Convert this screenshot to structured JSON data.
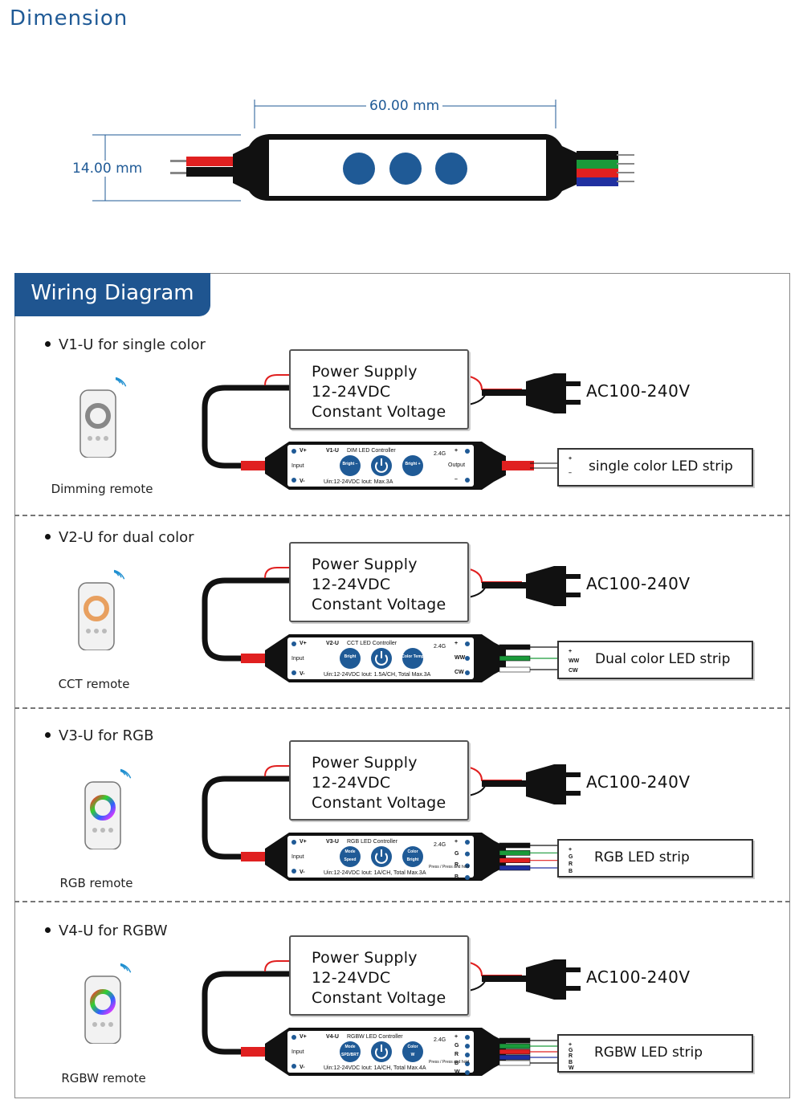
{
  "dimension": {
    "title": "Dimension",
    "length": "60.00 mm",
    "height": "14.00 mm"
  },
  "wiring": {
    "title": "Wiring Diagram",
    "sections": [
      {
        "label": "V1-U for single color",
        "remote": "Dimming remote",
        "psu": [
          "Power Supply",
          "12-24VDC",
          "Constant Voltage"
        ],
        "ac": "AC100-240V",
        "strip": "single color LED strip",
        "strip_pins": [
          "+",
          "–"
        ],
        "controller": {
          "model": "V1-U",
          "name": "DIM LED Controller",
          "specs": "Uin:12-24VDC   Iout: Max.3A",
          "left_pins": [
            "V+",
            "Input",
            "V-"
          ],
          "right_pins": [
            "+",
            "Output",
            "–"
          ],
          "freq": "2.4G",
          "buttons": [
            "Bright –",
            "power",
            "Bright +"
          ]
        }
      },
      {
        "label": "V2-U for dual color",
        "remote": "CCT remote",
        "psu": [
          "Power Supply",
          "12-24VDC",
          "Constant Voltage"
        ],
        "ac": "AC100-240V",
        "strip": "Dual color LED strip",
        "strip_pins": [
          "+",
          "WW",
          "CW"
        ],
        "controller": {
          "model": "V2-U",
          "name": "CCT LED Controller",
          "specs": "Uin:12-24VDC   Iout: 1.5A/CH, Total Max.3A",
          "left_pins": [
            "V+",
            "Input",
            "V-"
          ],
          "right_pins": [
            "+",
            "WW",
            "CW"
          ],
          "freq": "2.4G",
          "buttons": [
            "Bright",
            "power",
            "Color Temp"
          ]
        }
      },
      {
        "label": "V3-U for RGB",
        "remote": "RGB remote",
        "psu": [
          "Power Supply",
          "12-24VDC",
          "Constant Voltage"
        ],
        "ac": "AC100-240V",
        "strip": "RGB LED strip",
        "strip_pins": [
          "+",
          "G",
          "R",
          "B"
        ],
        "controller": {
          "model": "V3-U",
          "name": "RGB LED Controller",
          "specs": "Uin:12-24VDC   Iout: 1A/CH, Total Max.3A",
          "left_pins": [
            "V+",
            "Input",
            "V-"
          ],
          "right_pins": [
            "+",
            "G",
            "R",
            "B"
          ],
          "freq": "2.4G",
          "buttons": [
            "Mode / Speed",
            "power",
            "Color / Bright"
          ],
          "note": "Press / Press and hold"
        }
      },
      {
        "label": "V4-U for RGBW",
        "remote": "RGBW remote",
        "psu": [
          "Power Supply",
          "12-24VDC",
          "Constant Voltage"
        ],
        "ac": "AC100-240V",
        "strip": "RGBW LED strip",
        "strip_pins": [
          "+",
          "G",
          "R",
          "B",
          "W"
        ],
        "controller": {
          "model": "V4-U",
          "name": "RGBW LED Controller",
          "specs": "Uin:12-24VDC   Iout: 1A/CH, Total Max.4A",
          "left_pins": [
            "V+",
            "Input",
            "V-"
          ],
          "right_pins": [
            "+",
            "G",
            "R",
            "B",
            "W"
          ],
          "freq": "2.4G",
          "buttons": [
            "Mode / SPD/BRT",
            "power",
            "Color / W"
          ],
          "note": "Press / Press and hold"
        }
      }
    ]
  },
  "colors": {
    "accent": "#1f5590",
    "button_blue": "#1f5a96",
    "wire_red": "#e02020",
    "wire_green": "#1a9a3a",
    "wire_blue": "#2030a0"
  }
}
